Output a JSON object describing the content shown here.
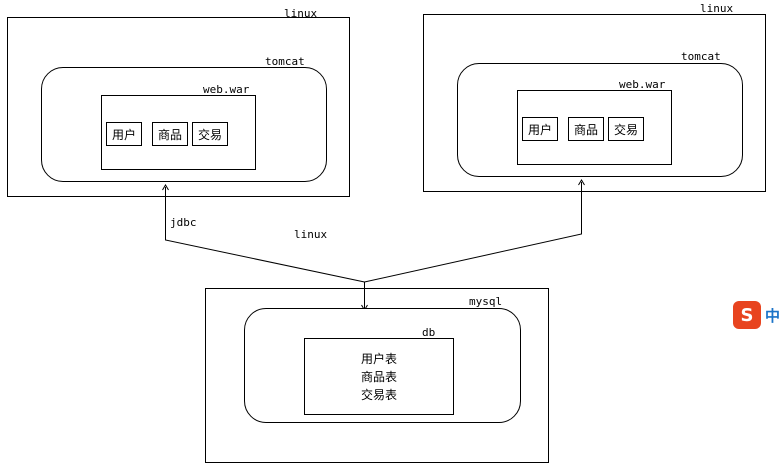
{
  "left_server": {
    "linux_label": "linux",
    "tomcat_label": "tomcat",
    "war_label": "web.war",
    "modules": [
      "用户",
      "商品",
      "交易"
    ]
  },
  "right_server": {
    "linux_label": "linux",
    "tomcat_label": "tomcat",
    "war_label": "web.war",
    "modules": [
      "用户",
      "商品",
      "交易"
    ]
  },
  "connection": {
    "jdbc_label": "jdbc",
    "linux_label": "linux"
  },
  "db_server": {
    "mysql_label": "mysql",
    "db_label": "db",
    "tables": [
      "用户表",
      "商品表",
      "交易表"
    ]
  },
  "ime": {
    "logo": "S",
    "text": "中"
  },
  "colors": {
    "ime_logo": "#e8441f",
    "ime_text": "#1a73c8"
  }
}
